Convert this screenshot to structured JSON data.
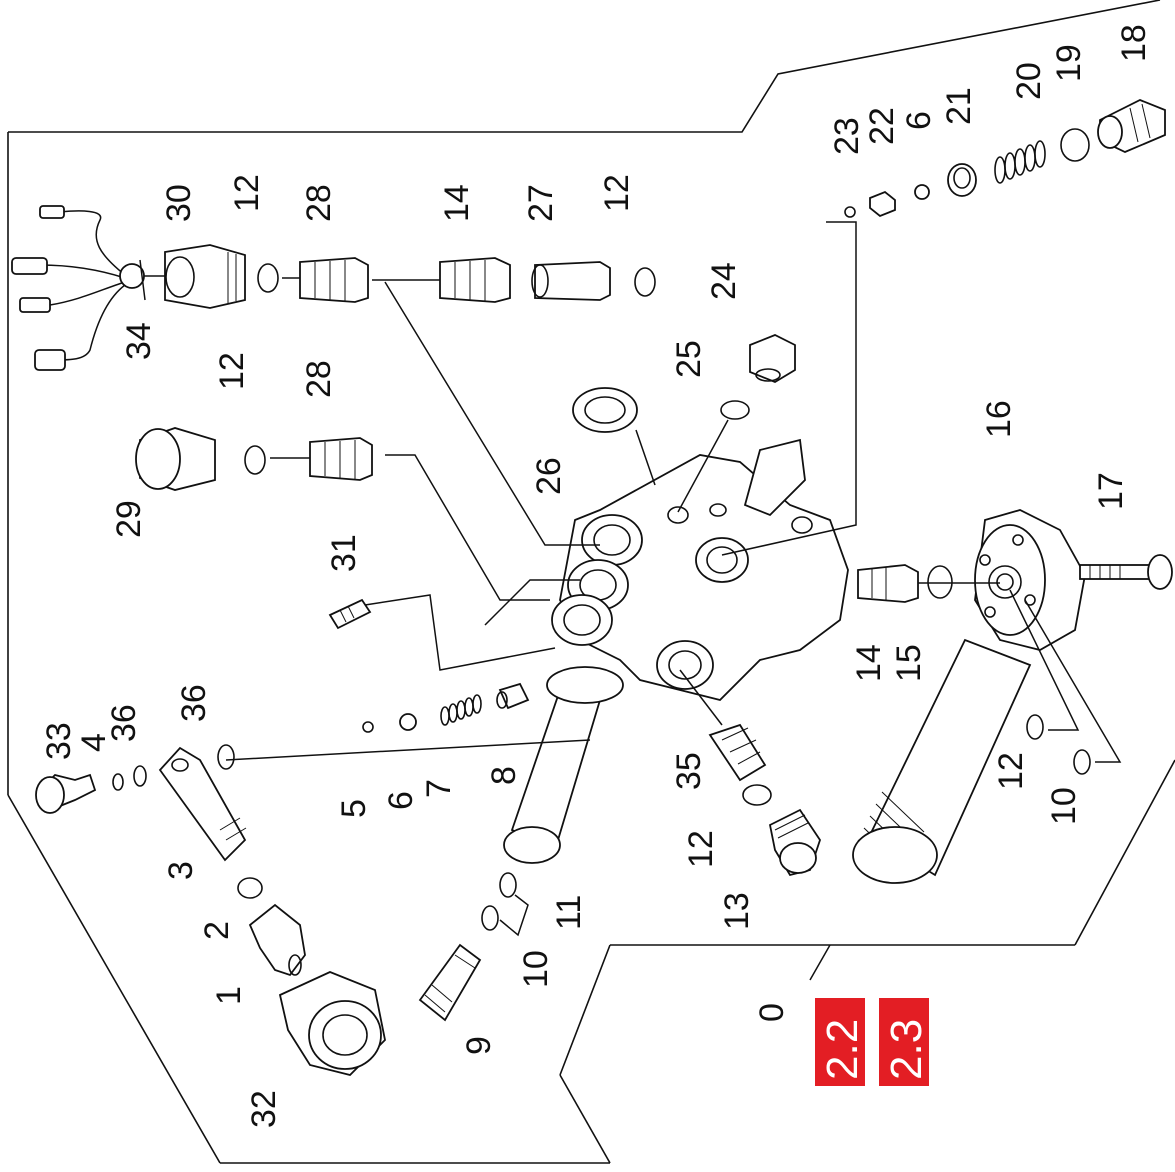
{
  "labels": {
    "l0": "0",
    "l1": "1",
    "l2": "2",
    "l3": "3",
    "l4": "4",
    "l5": "5",
    "l6a": "6",
    "l6b": "6",
    "l7": "7",
    "l8": "8",
    "l9": "9",
    "l10a": "10",
    "l10b": "10",
    "l11": "11",
    "l12a": "12",
    "l12b": "12",
    "l12c": "12",
    "l12d": "12",
    "l12e": "12",
    "l13": "13",
    "l14a": "14",
    "l14b": "14",
    "l15": "15",
    "l16": "16",
    "l17": "17",
    "l18": "18",
    "l19": "19",
    "l20": "20",
    "l21": "21",
    "l22": "22",
    "l23": "23",
    "l24": "24",
    "l25": "25",
    "l26": "26",
    "l27": "27",
    "l28a": "28",
    "l28b": "28",
    "l29": "29",
    "l30": "30",
    "l31": "31",
    "l32": "32",
    "l33": "33",
    "l34": "34",
    "l35": "35",
    "l36a": "36",
    "l36b": "36"
  },
  "badges": {
    "b1": "2.2",
    "b2": "2.3"
  },
  "colors": {
    "badge": "#e31e24",
    "line": "#111111"
  }
}
